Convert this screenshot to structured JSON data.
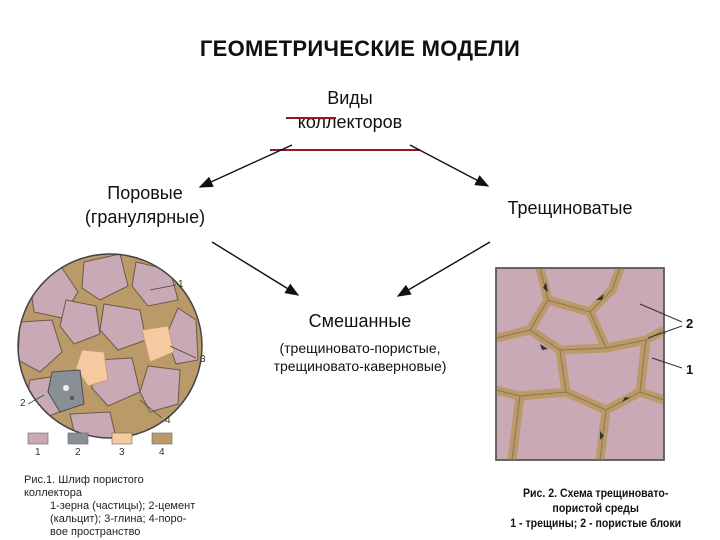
{
  "title": "ГЕОМЕТРИЧЕСКИЕ МОДЕЛИ",
  "root": {
    "line1": "Виды",
    "line2": "коллекторов"
  },
  "pore": {
    "line1": "Поровые",
    "line2": "(гранулярные)"
  },
  "fracture": {
    "label": "Трещиноватые"
  },
  "mixed": {
    "label": "Смешанные",
    "line2": "(трещиновато-пористые,",
    "line3": "трещиновато-каверновые)"
  },
  "figure1": {
    "callouts": [
      "1",
      "2",
      "3",
      "4"
    ],
    "legend": [
      "1",
      "2",
      "3",
      "4"
    ],
    "caption": [
      "Рис.1. Шлиф пористого",
      "коллектора",
      "1-зерна (частицы); 2-цемент",
      "(кальцит); 3-глина; 4-поро-",
      "вое пространство"
    ],
    "colors": {
      "grain": "#c8a9b5",
      "cement": "#8a8f95",
      "clay": "#f6c9a0",
      "pore": "#b99a68"
    }
  },
  "figure2": {
    "callouts": [
      "2",
      "1"
    ],
    "caption": [
      "Рис. 2. Схема трещиновато-",
      "пористой среды",
      "1 - трещины; 2 - пористые блоки"
    ],
    "colors": {
      "block": "#c8a9b5",
      "fracture": "#b99a68"
    }
  }
}
